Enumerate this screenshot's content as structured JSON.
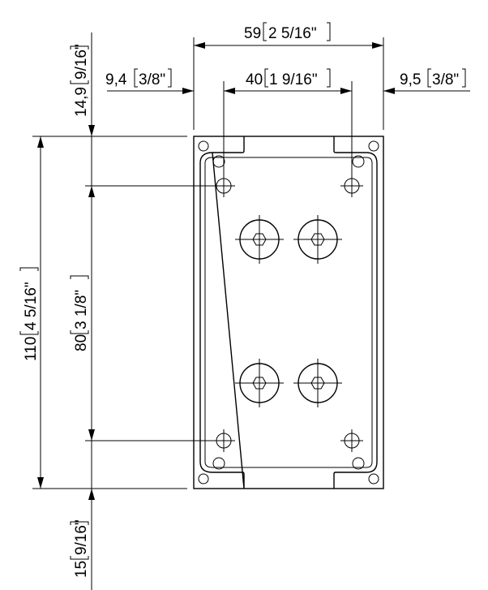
{
  "dimensions": {
    "overall_width": {
      "value": "59",
      "imperial": "2 5/16\""
    },
    "hole_spacing_width": {
      "value": "40",
      "imperial": "1 9/16\""
    },
    "left_offset": {
      "value": "9,4",
      "imperial": "3/8\""
    },
    "right_offset": {
      "value": "9,5",
      "imperial": "3/8\""
    },
    "top_offset": {
      "value": "14,9",
      "imperial": "9/16\""
    },
    "overall_height": {
      "value": "110",
      "imperial": "4 5/16\""
    },
    "hole_spacing_height": {
      "value": "80",
      "imperial": "3 1/8\""
    },
    "bottom_offset": {
      "value": "15",
      "imperial": "9/16\""
    }
  }
}
